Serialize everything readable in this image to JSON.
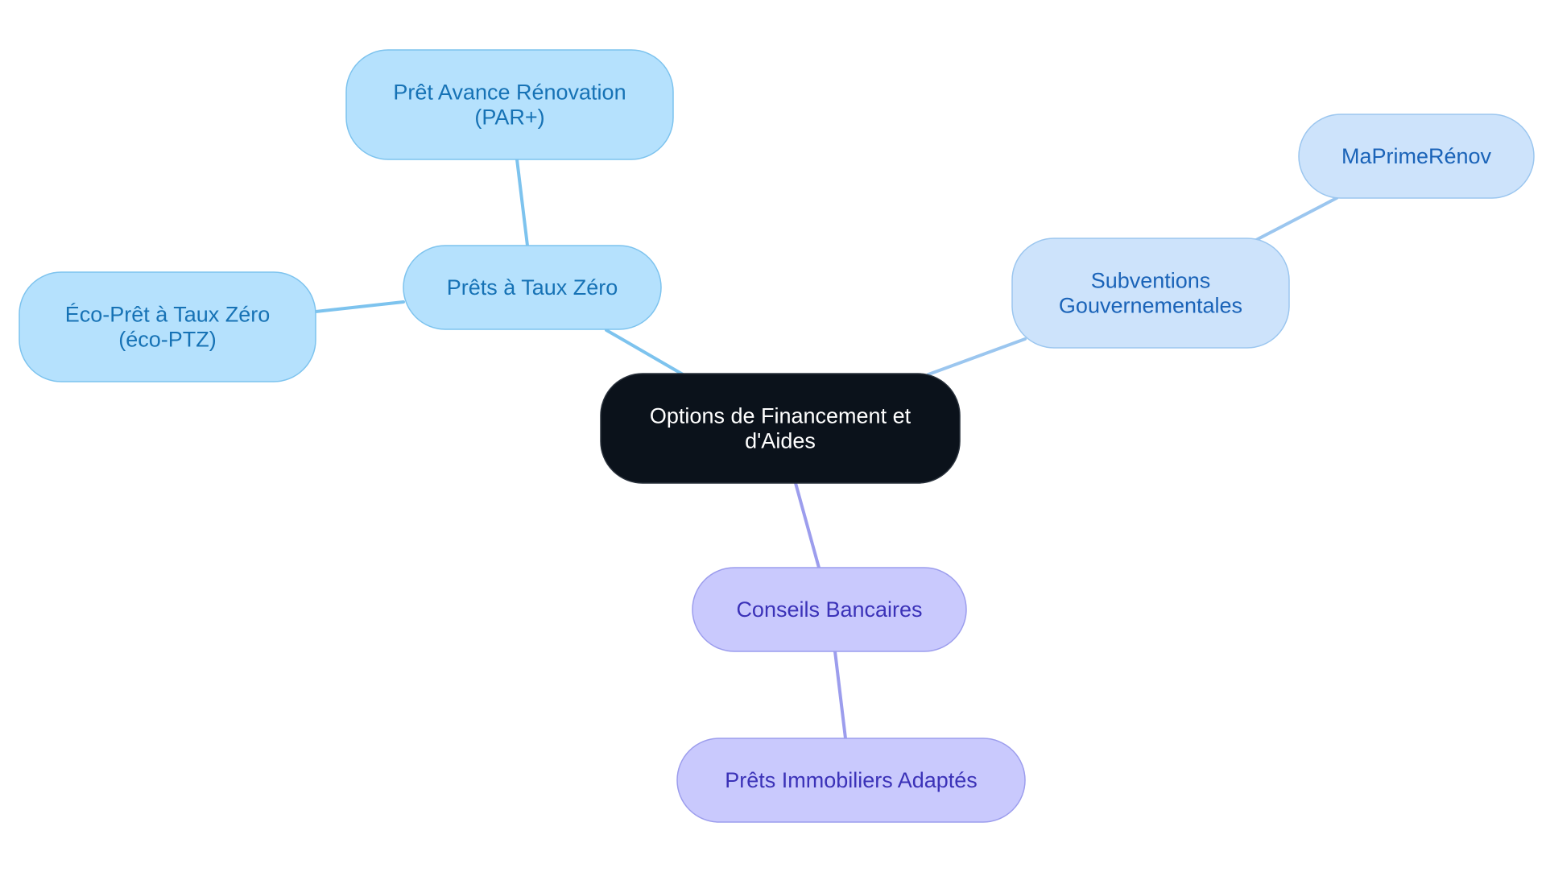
{
  "diagram": {
    "type": "mindmap",
    "root": {
      "id": "root",
      "lines": [
        "Options de Financement et",
        "d'Aides"
      ]
    },
    "nodes": [
      {
        "id": "prets-taux-zero",
        "parent": "root",
        "lines": [
          "Prêts à Taux Zéro"
        ]
      },
      {
        "id": "par-plus",
        "parent": "prets-taux-zero",
        "lines": [
          "Prêt Avance Rénovation",
          "(PAR+)"
        ]
      },
      {
        "id": "eco-ptz",
        "parent": "prets-taux-zero",
        "lines": [
          "Éco-Prêt à Taux Zéro",
          "(éco-PTZ)"
        ]
      },
      {
        "id": "subventions",
        "parent": "root",
        "lines": [
          "Subventions",
          "Gouvernementales"
        ]
      },
      {
        "id": "maprimerenov",
        "parent": "subventions",
        "lines": [
          "MaPrimeRénov"
        ]
      },
      {
        "id": "conseils-bancaires",
        "parent": "root",
        "lines": [
          "Conseils Bancaires"
        ]
      },
      {
        "id": "prets-immobiliers",
        "parent": "conseils-bancaires",
        "lines": [
          "Prêts Immobiliers Adaptés"
        ]
      }
    ],
    "colors": {
      "background": "#ffffff",
      "root_fill": "#0b121b",
      "root_text": "#ffffff",
      "blue_fill": "#b5e1fd",
      "blue_stroke": "#7dc3ee",
      "blue_text": "#1672b5",
      "lightblue_fill": "#cde3fb",
      "lightblue_stroke": "#9bc6ef",
      "lightblue_text": "#1a63b8",
      "purple_fill": "#c9c9fd",
      "purple_stroke": "#9c9ded",
      "purple_text": "#3b32b8"
    }
  }
}
